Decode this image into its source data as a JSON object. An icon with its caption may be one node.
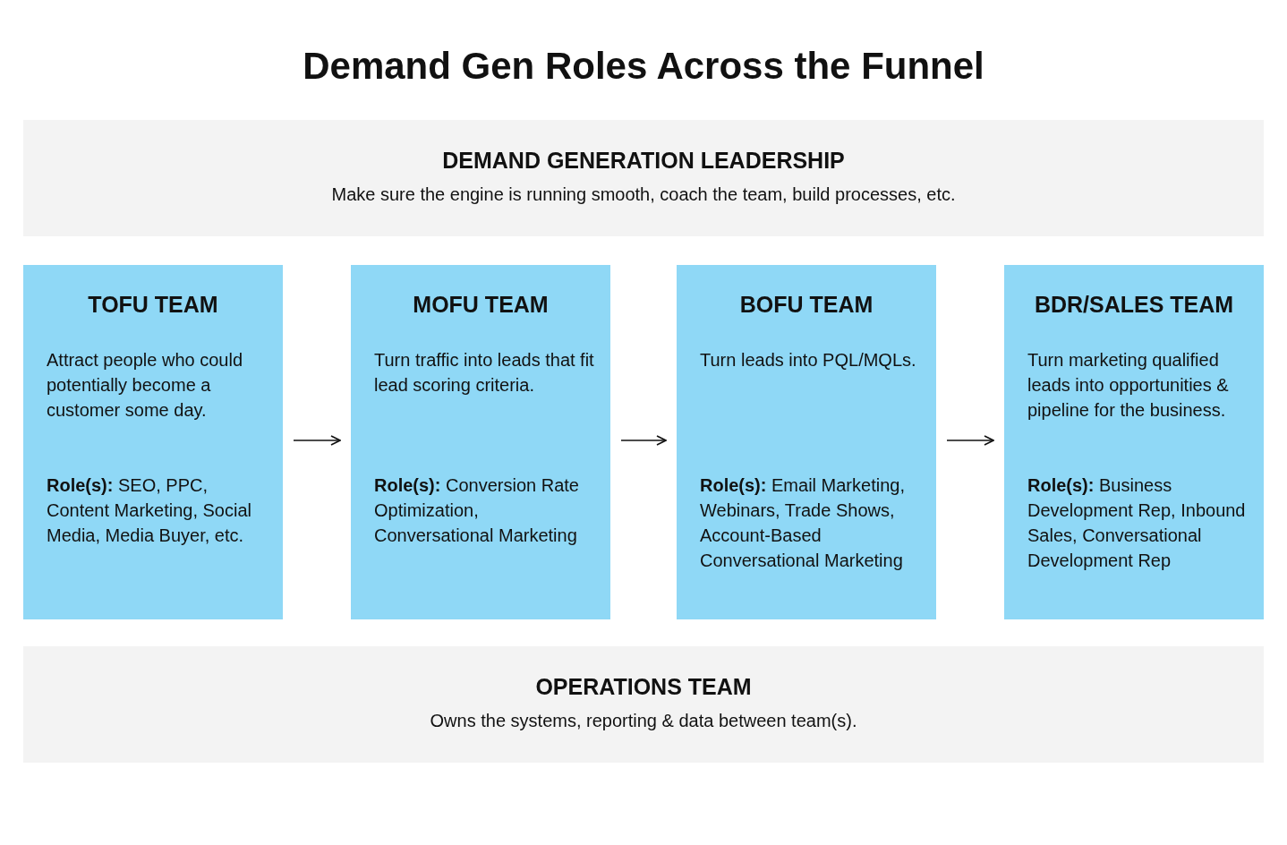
{
  "diagram": {
    "title": "Demand Gen Roles Across the Funnel",
    "nodes": [
      {
        "text": [
          "DEMAND GENERATION LEADERSHIP",
          "Make sure the engine is running smooth, coach the team, build processes, etc."
        ]
      },
      {
        "text": [
          "TOFU TEAM",
          "Attract people who could potentially become a customer some day.",
          "**Role(s):** SEO, PPC, Content Marketing, Social Media, Media Buyer, etc."
        ]
      },
      {
        "text": [
          "MOFU TEAM",
          "Turn traffic into leads that fit lead scoring criteria.",
          "**Role(s):** Conversion Rate Optimization, Conversational Marketing"
        ]
      },
      {
        "text": [
          "BOFU TEAM",
          "Turn leads into PQL/MQLs.",
          "**Role(s):** Email Marketing, Webinars, Trade Shows, Account-Based Conversational Marketing"
        ]
      },
      {
        "text": [
          "BDR/SALES TEAM",
          "Turn marketing qualified leads into opportunities & pipeline for the business.",
          "**Role(s):** Business Development Rep, Inbound Sales, Conversational Development Rep"
        ]
      },
      {
        "text": [
          "OPERATIONS TEAM",
          "Owns the systems, reporting & data between team(s)."
        ]
      }
    ],
    "edges": [
      {
        "from": 1,
        "to": 2,
        "arrow": "to"
      },
      {
        "from": 2,
        "to": 3,
        "arrow": "to"
      },
      {
        "from": 3,
        "to": 4,
        "arrow": "to"
      }
    ]
  }
}
